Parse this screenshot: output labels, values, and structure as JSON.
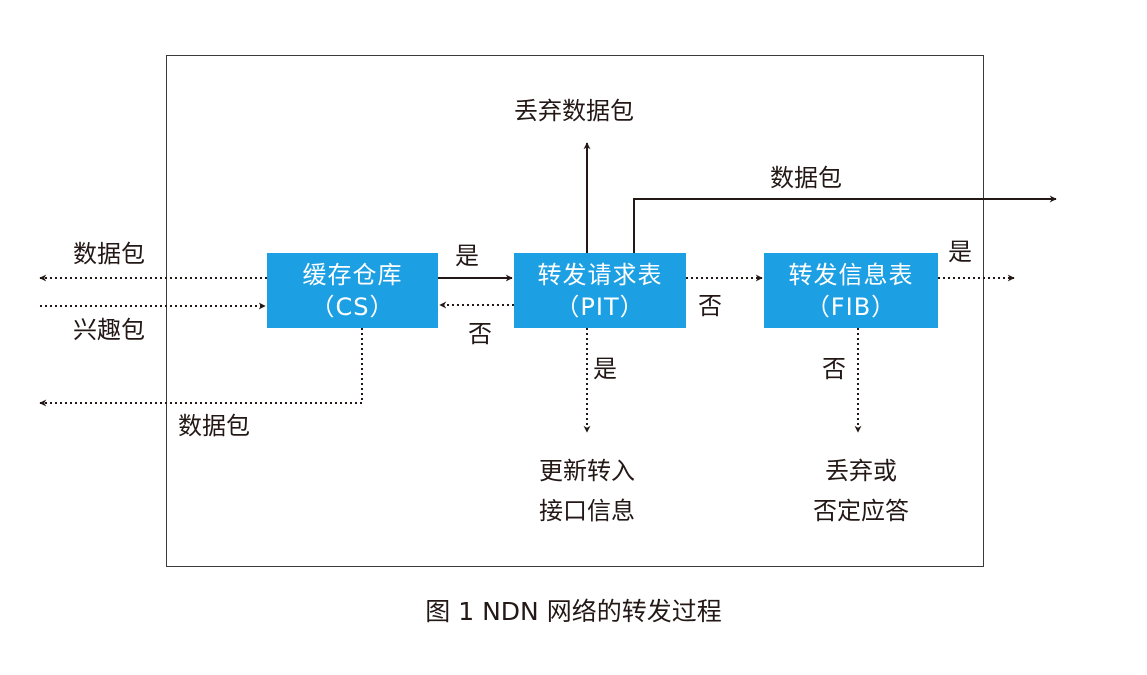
{
  "nodes": {
    "cs": {
      "name": "缓存仓库",
      "abbr": "（CS）"
    },
    "pit": {
      "name": "转发请求表",
      "abbr": "（PIT）"
    },
    "fib": {
      "name": "转发信息表",
      "abbr": "（FIB）"
    }
  },
  "labels": {
    "data_packet_left_top": "数据包",
    "interest_packet": "兴趣包",
    "data_packet_left_bottom": "数据包",
    "drop_packet_top": "丢弃数据包",
    "data_packet_top_right": "数据包",
    "yes_cs_to_pit": "是",
    "no_pit_to_cs": "否",
    "no_pit_to_fib": "否",
    "yes_fib_out": "是",
    "yes_pit_down": "是",
    "no_fib_down": "否",
    "update_line1": "更新转入",
    "update_line2": "接口信息",
    "drop_line1": "丢弃或",
    "drop_line2": "否定应答"
  },
  "caption": "图 1  NDN 网络的转发过程",
  "colors": {
    "box": "#1ca0e3",
    "line": "#231815"
  }
}
